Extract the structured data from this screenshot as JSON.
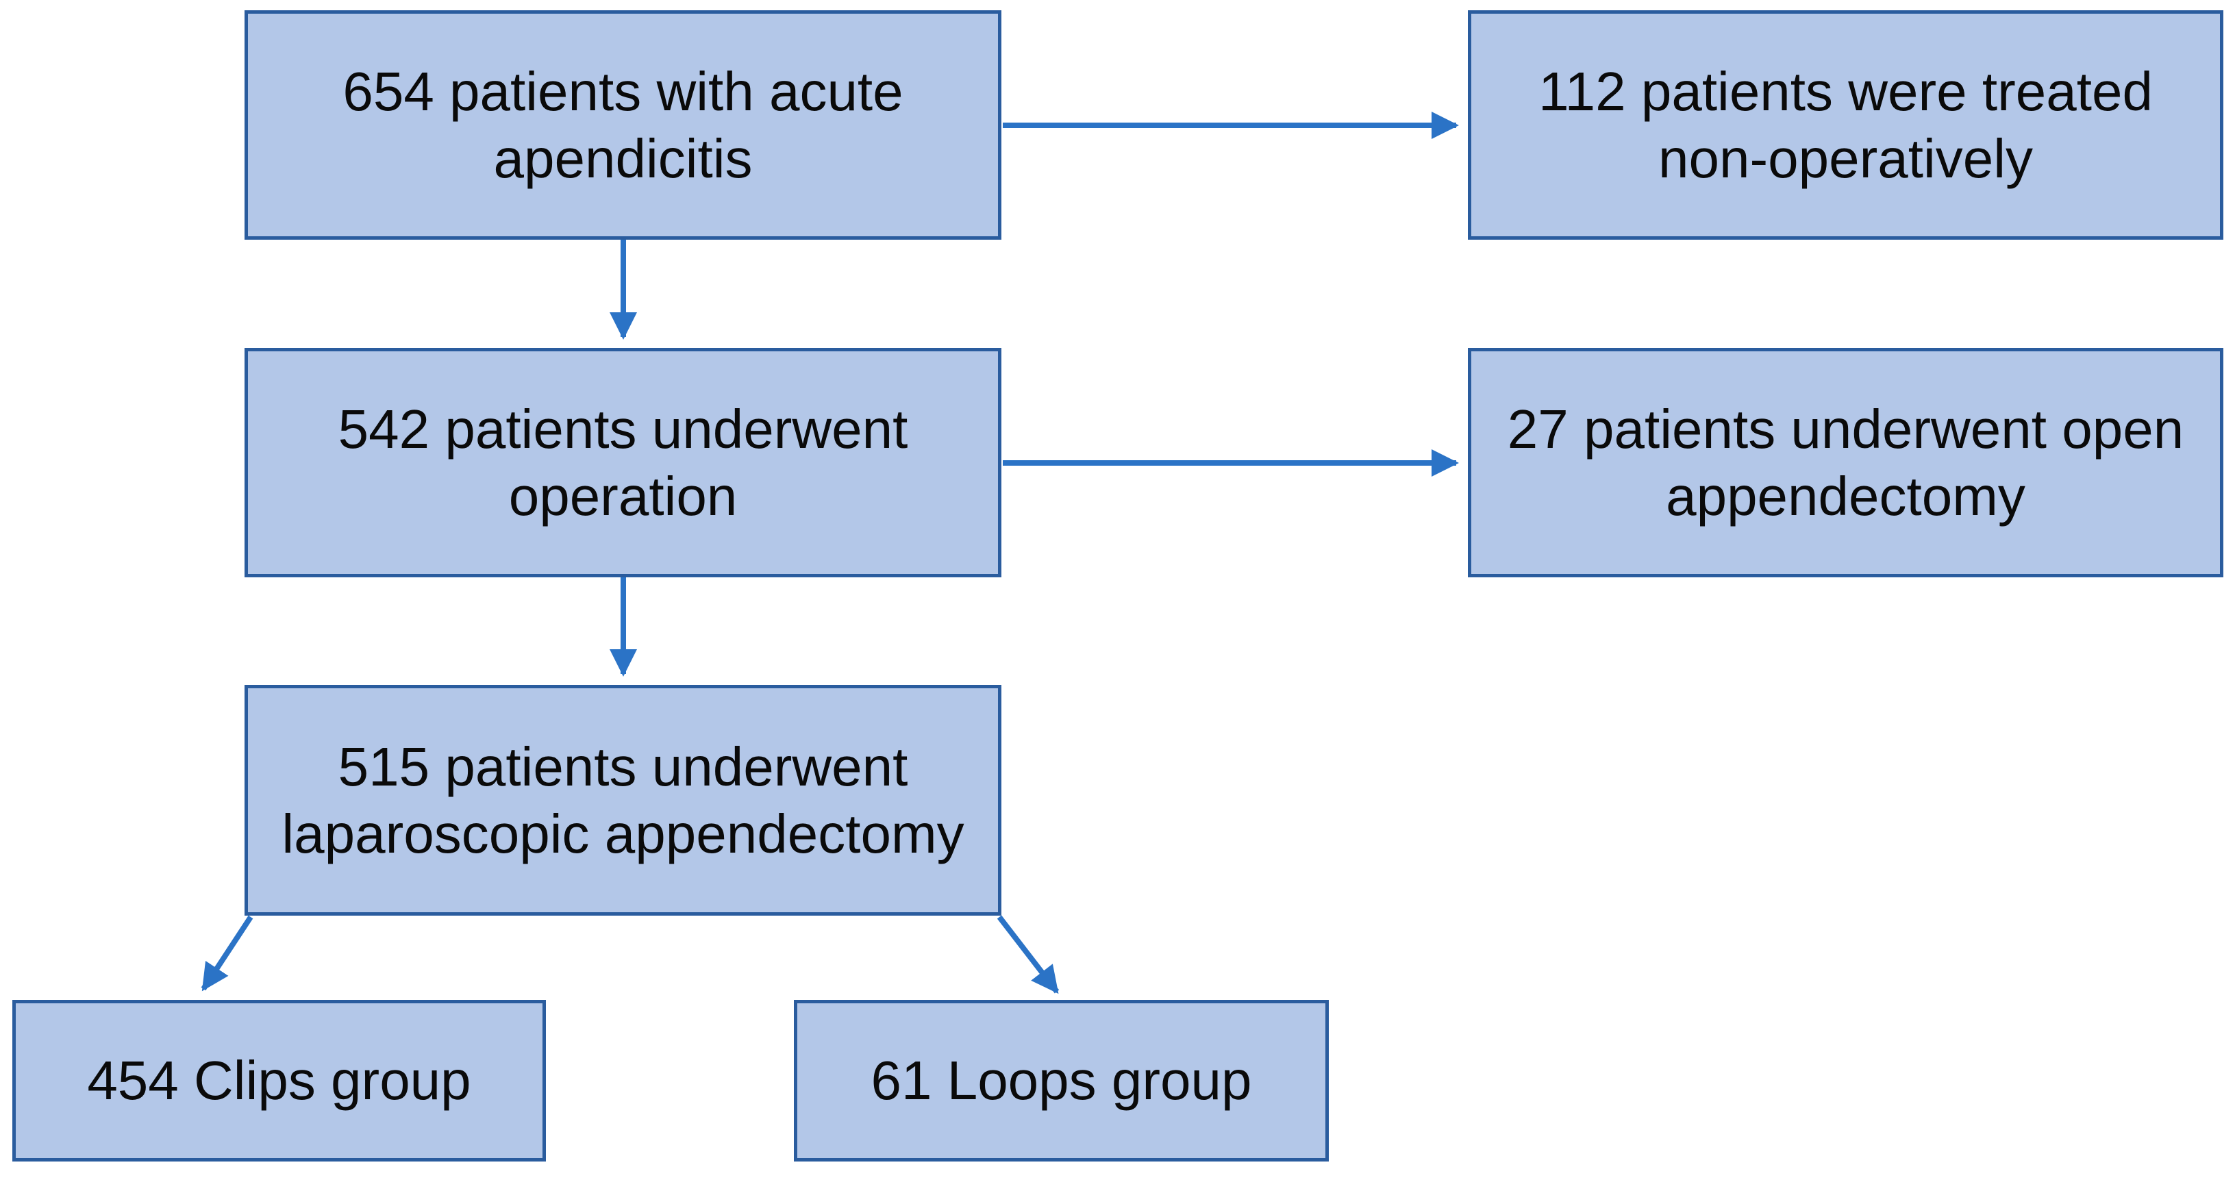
{
  "diagram": {
    "type": "flowchart",
    "background_color": "#ffffff",
    "box_fill_color": "#b3c7e8",
    "box_border_color": "#2a5c9e",
    "arrow_color": "#2b73c6",
    "text_color": "#0a0a0a"
  },
  "boxes": [
    {
      "id": "acute-appendicitis",
      "lines": [
        "654 patients with acute",
        "apendicitis"
      ]
    },
    {
      "id": "non-operative",
      "lines": [
        "112 patients were treated",
        "non-operatively"
      ]
    },
    {
      "id": "operation",
      "lines": [
        "542 patients underwent",
        "operation"
      ]
    },
    {
      "id": "open-appendectomy",
      "lines": [
        "27 patients underwent open",
        "appendectomy"
      ]
    },
    {
      "id": "laparoscopic-appendectomy",
      "lines": [
        "515 patients underwent",
        "laparoscopic appendectomy"
      ]
    },
    {
      "id": "clips-group",
      "lines": [
        "454 Clips group"
      ]
    },
    {
      "id": "loops-group",
      "lines": [
        "61 Loops group"
      ]
    }
  ],
  "edges": [
    {
      "from": "acute-appendicitis",
      "to": "non-operative"
    },
    {
      "from": "acute-appendicitis",
      "to": "operation"
    },
    {
      "from": "operation",
      "to": "open-appendectomy"
    },
    {
      "from": "operation",
      "to": "laparoscopic-appendectomy"
    },
    {
      "from": "laparoscopic-appendectomy",
      "to": "clips-group"
    },
    {
      "from": "laparoscopic-appendectomy",
      "to": "loops-group"
    }
  ]
}
